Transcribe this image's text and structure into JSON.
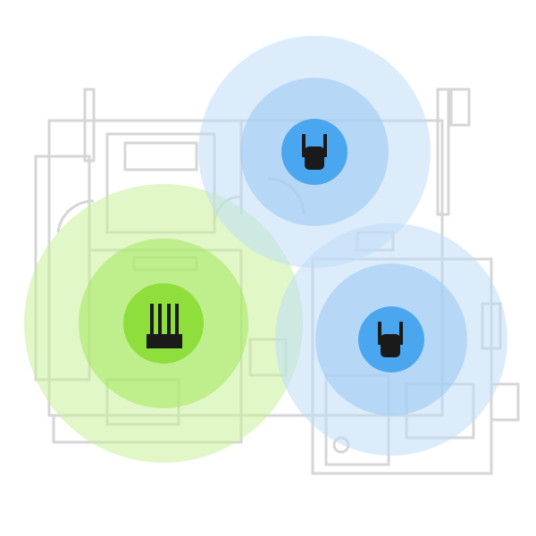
{
  "scene": {
    "background": "#ffffff",
    "floorplan_color": "#d9d9d9",
    "main_router": {
      "icon": "router-icon",
      "antennas": 4,
      "device_color": "#1a1a1a",
      "coverage_colors": [
        "#e3f7cc",
        "#c4ef94",
        "#98e04a"
      ]
    },
    "extenders": [
      {
        "icon": "wifi-extender-icon",
        "antennas": 2,
        "device_color": "#1a1a1a",
        "coverage_colors": [
          "#dcecfb",
          "#b7dbf8",
          "#4ea9ef"
        ]
      },
      {
        "icon": "wifi-extender-icon",
        "antennas": 2,
        "device_color": "#1a1a1a",
        "coverage_colors": [
          "#dcecfb",
          "#b7dbf8",
          "#4ea9ef"
        ]
      }
    ]
  }
}
